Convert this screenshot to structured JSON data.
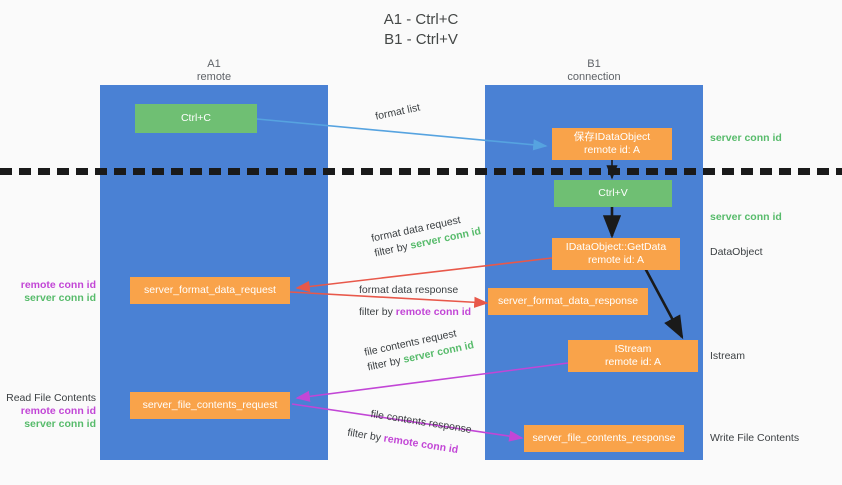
{
  "title": {
    "line1": "A1 - Ctrl+C",
    "line2": "B1 - Ctrl+V"
  },
  "lanes": [
    {
      "id": "a1",
      "name": "A1",
      "sub": "remote",
      "color": "#4a81d4"
    },
    {
      "id": "b1",
      "name": "B1",
      "sub": "connection",
      "color": "#4a81d4"
    }
  ],
  "colors": {
    "lane": "#4a81d4",
    "node_orange": "#f9a34a",
    "node_green": "#6fbf73",
    "green_text": "#57bb6b",
    "purple_text": "#c246d6",
    "arrow_blue": "#56a3e0",
    "arrow_red": "#e8584a",
    "arrow_magenta": "#c246d6",
    "arrow_black": "#1a1a1a",
    "divider": "#1a1a1a",
    "background": "#fafafa"
  },
  "nodes": {
    "ctrl_c": {
      "label": "Ctrl+C",
      "sublabel": "",
      "color": "green"
    },
    "save_dataobj": {
      "label": "保存IDataObject",
      "sublabel": "remote id: A",
      "color": "orange"
    },
    "ctrl_v": {
      "label": "Ctrl+V",
      "sublabel": "",
      "color": "green"
    },
    "getdata": {
      "label": "IDataObject::GetData",
      "sublabel": "remote id: A",
      "color": "orange"
    },
    "fmt_req": {
      "label": "server_format_data_request",
      "sublabel": "",
      "color": "orange"
    },
    "fmt_resp": {
      "label": "server_format_data_response",
      "sublabel": "",
      "color": "orange"
    },
    "istream": {
      "label": "IStream",
      "sublabel": "remote id: A",
      "color": "orange"
    },
    "file_req": {
      "label": "server_file_contents_request",
      "sublabel": "",
      "color": "orange"
    },
    "file_resp": {
      "label": "server_file_contents_response",
      "sublabel": "",
      "color": "orange"
    }
  },
  "edge_labels": {
    "format_list": {
      "line1": "format list",
      "line2": "",
      "filter_prefix": "",
      "filter_value": ""
    },
    "fmt_data_request": {
      "line1": "format data request",
      "filter_prefix": "filter by ",
      "filter_value": "server conn id"
    },
    "fmt_data_response": {
      "line1": "format data response",
      "filter_prefix": "filter by ",
      "filter_value": "remote conn id"
    },
    "file_request": {
      "line1": "file contents request",
      "filter_prefix": "filter by ",
      "filter_value": "server conn id"
    },
    "file_response": {
      "line1": "file contents response",
      "filter_prefix": "filter by ",
      "filter_value": "remote conn id"
    }
  },
  "annotations": {
    "right_top": {
      "text": "server conn id",
      "color": "green"
    },
    "right_second": {
      "text": "server conn id",
      "color": "green"
    },
    "right_dataobject": {
      "text": "DataObject",
      "color": "plain"
    },
    "right_istream": {
      "text": "Istream",
      "color": "plain"
    },
    "right_writefile": {
      "text": "Write File Contents",
      "color": "plain"
    },
    "left_conn_1": {
      "line1": "remote conn id",
      "line2": "server conn id"
    },
    "left_readfile": {
      "title": "Read File Contents",
      "line1": "remote conn id",
      "line2": "server conn id"
    }
  }
}
